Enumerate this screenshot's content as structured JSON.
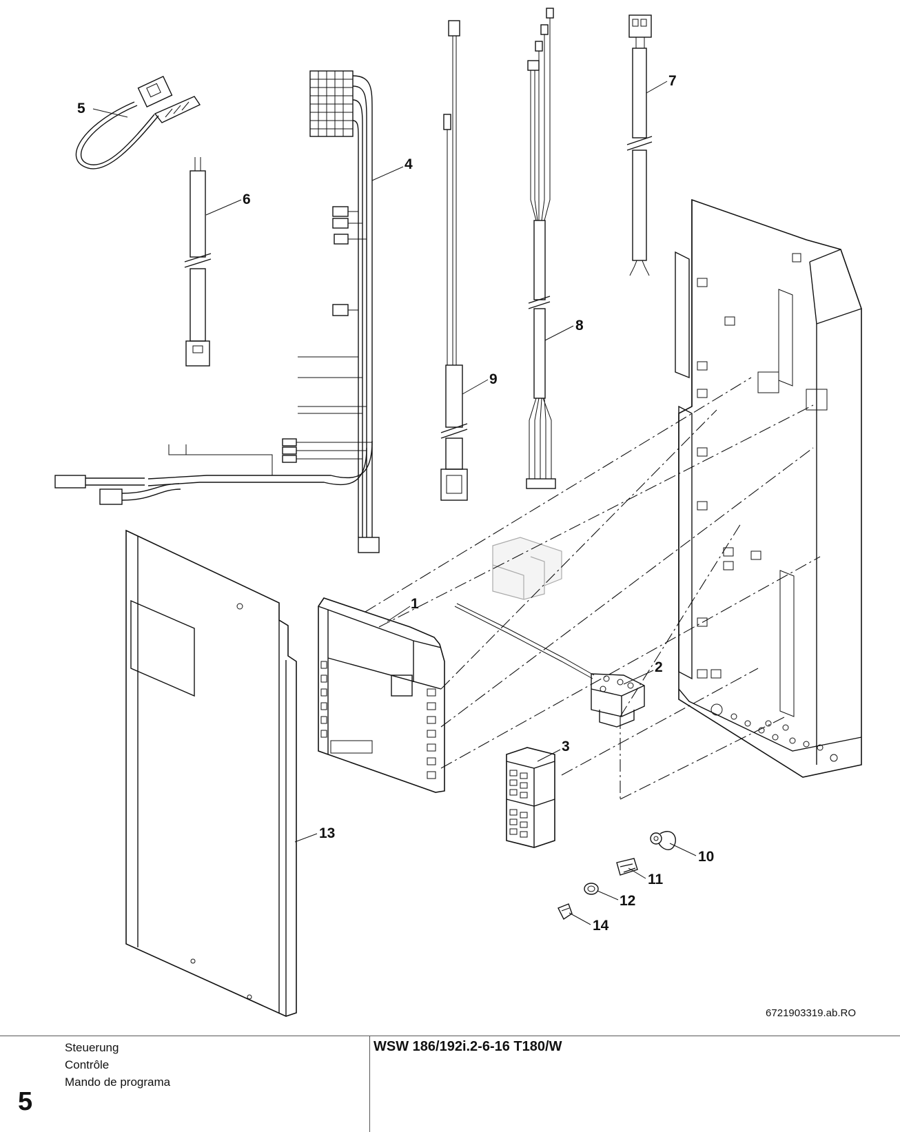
{
  "callouts": [
    "1",
    "2",
    "3",
    "4",
    "5",
    "6",
    "7",
    "8",
    "9",
    "10",
    "11",
    "12",
    "13",
    "14"
  ],
  "drawing_number": "6721903319.ab.RO",
  "section": {
    "number": "5",
    "titles": [
      "Steuerung",
      "Contrôle",
      "Mando de programa"
    ]
  },
  "model": "WSW 186/192i.2-6-16 T180/W"
}
